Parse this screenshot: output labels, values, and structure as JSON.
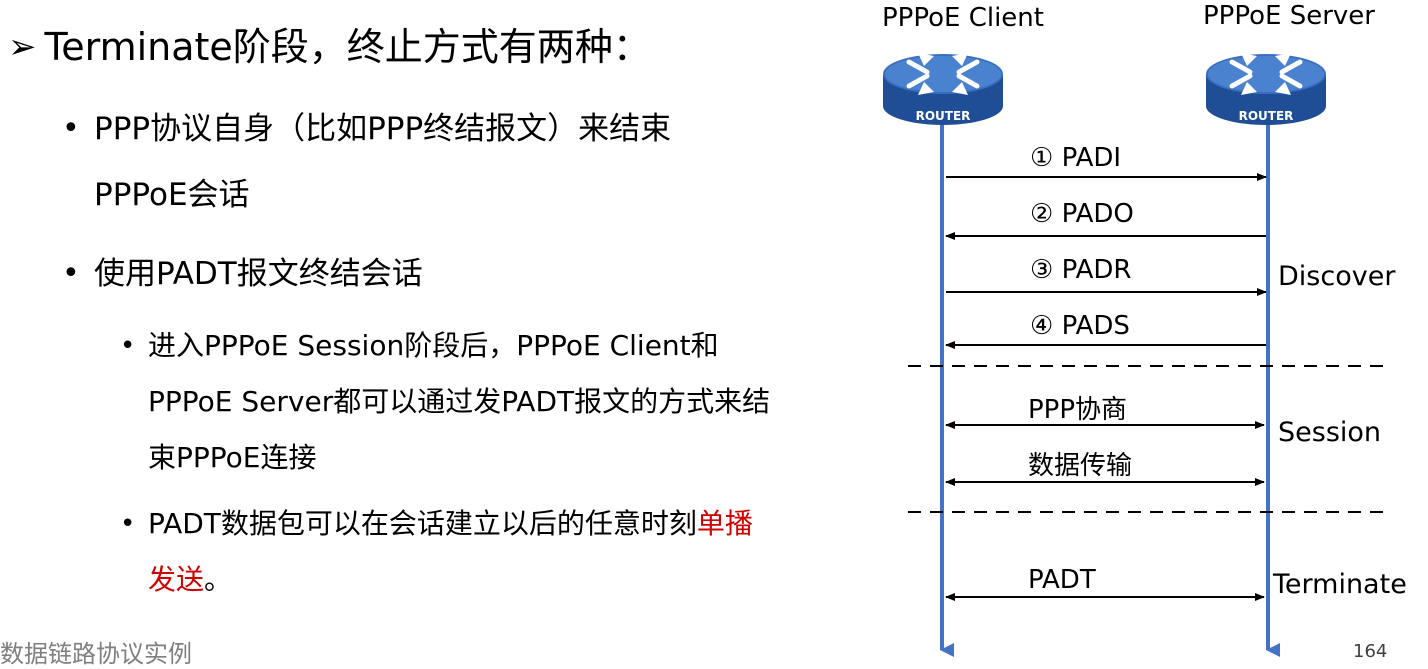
{
  "slide": {
    "heading": "Terminate阶段，终止方式有两种：",
    "heading_arrow": "➢",
    "bullet_glyph": "•",
    "bullets": [
      {
        "lines": [
          "PPP协议自身（比如PPP终结报文）来结束",
          "PPPoE会话"
        ]
      },
      {
        "lines": [
          "使用PADT报文终结会话"
        ]
      }
    ],
    "subbullets": [
      {
        "lines": [
          "进入PPPoE Session阶段后，PPPoE Client和",
          "PPPoE Server都可以通过发PADT报文的方式来结",
          "束PPPoE连接"
        ]
      },
      {
        "lines_prefix": "PADT数据包可以在会话建立以后的任意时刻",
        "highlight_1": "单播",
        "highlight_2": "发送",
        "suffix": "。"
      }
    ],
    "footer": "数据链路协议实例",
    "page_number": "164",
    "highlight_color": "#d00000"
  },
  "diagram": {
    "client_label": "PPPoE Client",
    "server_label": "PPPoE Server",
    "router_text": "ROUTER",
    "messages": [
      {
        "label": "① PADI",
        "direction": "right"
      },
      {
        "label": "② PADO",
        "direction": "left"
      },
      {
        "label": "③ PADR",
        "direction": "right"
      },
      {
        "label": "④ PADS",
        "direction": "left"
      },
      {
        "label": "PPP协商",
        "direction": "both"
      },
      {
        "label": "数据传输",
        "direction": "both"
      },
      {
        "label": "PADT",
        "direction": "both"
      }
    ],
    "phases": [
      "Discover",
      "Session",
      "Terminate"
    ],
    "colors": {
      "lifeline": "#4472c4",
      "router_top": "#3a6fc0",
      "router_body": "#1f4e96"
    }
  }
}
